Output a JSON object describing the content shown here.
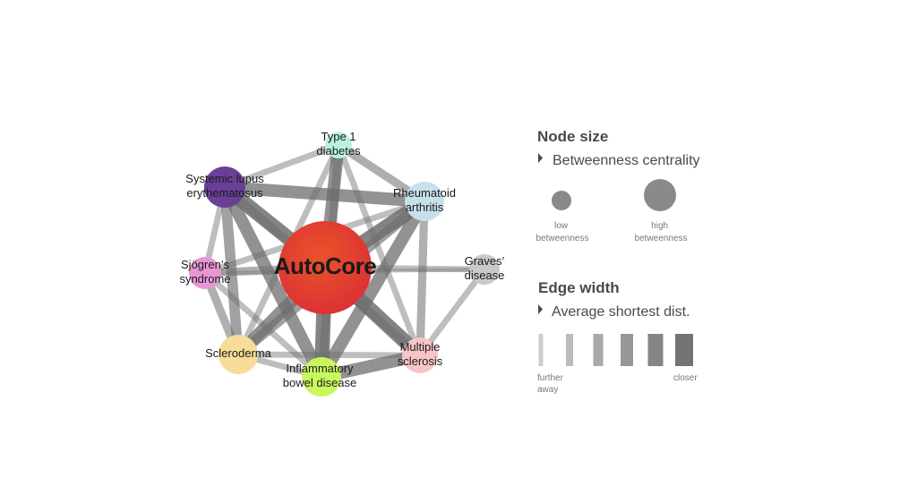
{
  "colors": {
    "edge": "#6e6e6e",
    "legend_marker": "#8a8a8a",
    "legend_text": "#4a4a4a",
    "autocore_gradient": [
      "#e8542a",
      "#dc2f35"
    ]
  },
  "nodes": [
    {
      "id": "autocore",
      "lines": [
        "AutoCore"
      ],
      "color": "#e6452e",
      "size": "largest"
    },
    {
      "id": "type1",
      "lines": [
        "Type 1",
        "diabetes"
      ],
      "color": "#b9f3dc"
    },
    {
      "id": "sle",
      "lines": [
        "Systemic lupus",
        "erythematosus"
      ],
      "color": "#6a3f97"
    },
    {
      "id": "ra",
      "lines": [
        "Rheumatoid",
        "arthritis"
      ],
      "color": "#c6e1ec"
    },
    {
      "id": "sjogren",
      "lines": [
        "Sjögren’s",
        "syndrome"
      ],
      "color": "#e897d4"
    },
    {
      "id": "graves",
      "lines": [
        "Graves’",
        "disease"
      ],
      "color": "#c9c9c9"
    },
    {
      "id": "scleroderma",
      "lines": [
        "Scleroderma"
      ],
      "color": "#f7dc9a"
    },
    {
      "id": "ibd",
      "lines": [
        "Inflammatory",
        "bowel disease"
      ],
      "color": "#c9f75e"
    },
    {
      "id": "ms",
      "lines": [
        "Multiple",
        "sclerosis"
      ],
      "color": "#f6c6c6"
    }
  ],
  "edges": [
    {
      "source": "autocore",
      "target": "ra",
      "strength": 6
    },
    {
      "source": "autocore",
      "target": "sle",
      "strength": 6
    },
    {
      "source": "autocore",
      "target": "ibd",
      "strength": 6
    },
    {
      "source": "autocore",
      "target": "ms",
      "strength": 6
    },
    {
      "source": "autocore",
      "target": "scleroderma",
      "strength": 5
    },
    {
      "source": "autocore",
      "target": "type1",
      "strength": 5
    },
    {
      "source": "autocore",
      "target": "sjogren",
      "strength": 3
    },
    {
      "source": "autocore",
      "target": "graves",
      "strength": 2
    },
    {
      "source": "sle",
      "target": "ra",
      "strength": 5
    },
    {
      "source": "sle",
      "target": "ibd",
      "strength": 5
    },
    {
      "source": "sle",
      "target": "scleroderma",
      "strength": 4
    },
    {
      "source": "sle",
      "target": "type1",
      "strength": 2
    },
    {
      "source": "sle",
      "target": "sjogren",
      "strength": 2
    },
    {
      "source": "sle",
      "target": "ms",
      "strength": 3
    },
    {
      "source": "ra",
      "target": "ibd",
      "strength": 5
    },
    {
      "source": "ra",
      "target": "scleroderma",
      "strength": 4
    },
    {
      "source": "ra",
      "target": "type1",
      "strength": 3
    },
    {
      "source": "ra",
      "target": "ms",
      "strength": 3
    },
    {
      "source": "ra",
      "target": "sjogren",
      "strength": 2
    },
    {
      "source": "type1",
      "target": "ibd",
      "strength": 3
    },
    {
      "source": "type1",
      "target": "ms",
      "strength": 2
    },
    {
      "source": "type1",
      "target": "scleroderma",
      "strength": 2
    },
    {
      "source": "sjogren",
      "target": "scleroderma",
      "strength": 3
    },
    {
      "source": "sjogren",
      "target": "ibd",
      "strength": 2
    },
    {
      "source": "sjogren",
      "target": "graves",
      "strength": 1
    },
    {
      "source": "scleroderma",
      "target": "ibd",
      "strength": 2
    },
    {
      "source": "scleroderma",
      "target": "ms",
      "strength": 2
    },
    {
      "source": "ibd",
      "target": "ms",
      "strength": 5
    },
    {
      "source": "graves",
      "target": "ms",
      "strength": 2
    }
  ],
  "legend": {
    "node_size": {
      "heading": "Node size",
      "subtitle": "Betweenness centrality",
      "low_label": [
        "low",
        "betweenness"
      ],
      "high_label": [
        "high",
        "betweenness"
      ]
    },
    "edge_width": {
      "heading": "Edge width",
      "subtitle": "Average shortest dist.",
      "steps": 6,
      "left_label": [
        "further",
        "away"
      ],
      "right_label": "closer"
    }
  }
}
